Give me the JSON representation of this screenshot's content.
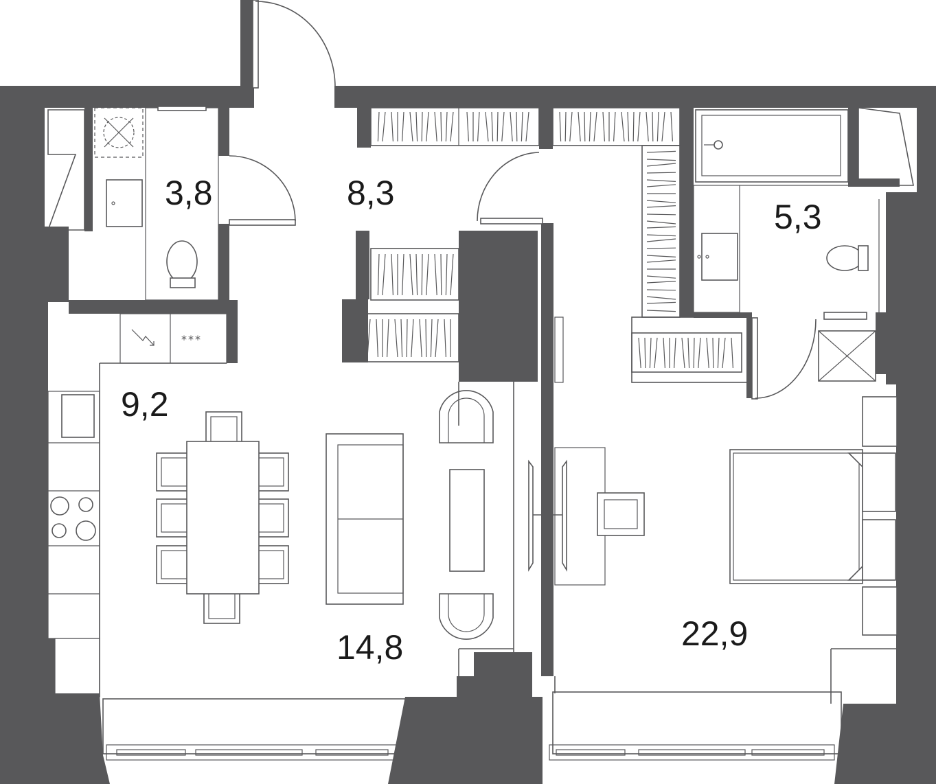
{
  "colors": {
    "wall": "#58585a",
    "background": "#ffffff",
    "label": "#1a1a1a"
  },
  "rooms": [
    {
      "id": "wc",
      "area": "3,8"
    },
    {
      "id": "hall",
      "area": "8,3"
    },
    {
      "id": "bathroom",
      "area": "5,3"
    },
    {
      "id": "kitchen",
      "area": "9,2"
    },
    {
      "id": "living",
      "area": "14,8"
    },
    {
      "id": "bedroom",
      "area": "22,9"
    }
  ],
  "symbols": {
    "electric_panel": "***"
  },
  "icons": [
    "floor-drain-icon",
    "ventilation-icon",
    "water-riser-icon",
    "door-swing-icon",
    "wardrobe-icon",
    "toilet-icon",
    "sink-icon",
    "bathtub-icon",
    "stove-icon",
    "table-icon",
    "chair-icon",
    "sofa-icon",
    "armchair-icon",
    "bed-icon",
    "tv-icon"
  ]
}
